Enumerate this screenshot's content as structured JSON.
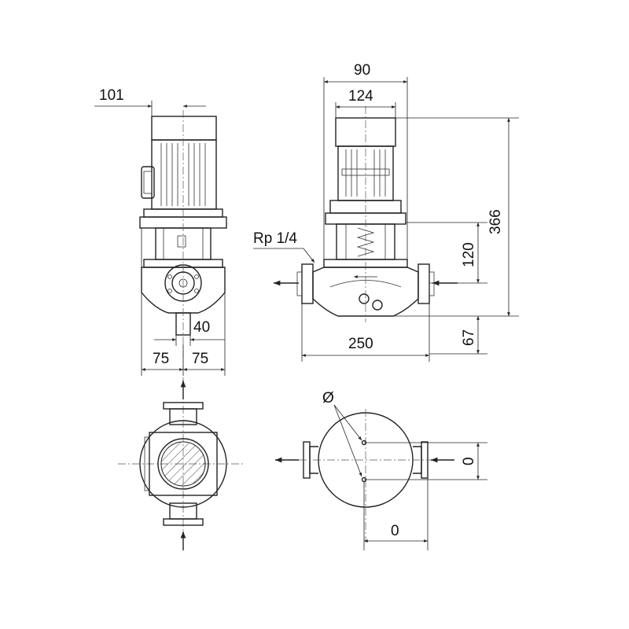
{
  "dimensions": {
    "motor_offset": "101",
    "overall_width": "90",
    "motor_width": "124",
    "total_height": "366",
    "port_label": "Rp 1/4",
    "flange_to_base": "120",
    "foot_width": "40",
    "half_width_left": "75",
    "half_width_right": "75",
    "port_to_port": "250",
    "base_height": "67",
    "hole_symbol": "Ø",
    "offset_y": "0",
    "offset_x": "0"
  }
}
